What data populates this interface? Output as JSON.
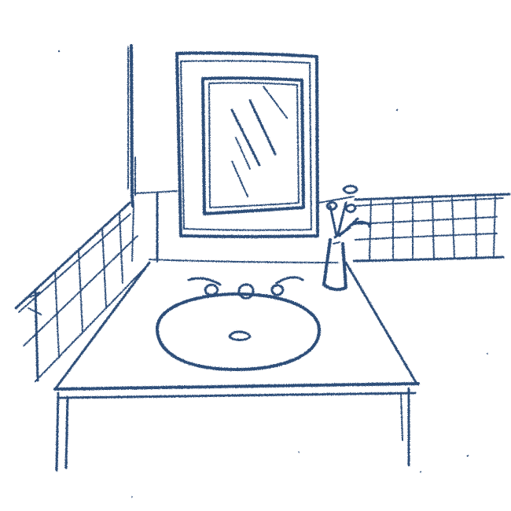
{
  "drawing": {
    "style": "crayon-sketch",
    "ink_color": "#1f3f6e",
    "background_color": "#ffffff",
    "objects": [
      "wall-corner",
      "mirror",
      "tiled-backsplash",
      "vanity-countertop",
      "sink-basin",
      "faucet",
      "flower-vase"
    ]
  }
}
